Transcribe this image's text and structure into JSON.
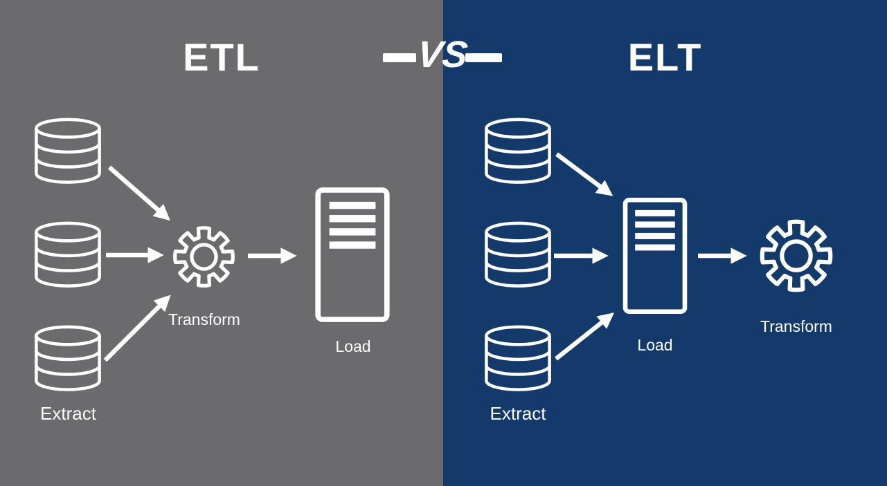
{
  "colors": {
    "etl-bg": "#6b6b6d",
    "elt-bg": "#14396b",
    "fg": "#ffffff"
  },
  "divider": {
    "vs_label": "VS"
  },
  "etl_panel": {
    "title": "ETL",
    "extract_label": "Extract",
    "transform_label": "Transform",
    "load_label": "Load"
  },
  "elt_panel": {
    "title": "ELT",
    "extract_label": "Extract",
    "load_label": "Load",
    "transform_label": "Transform"
  }
}
